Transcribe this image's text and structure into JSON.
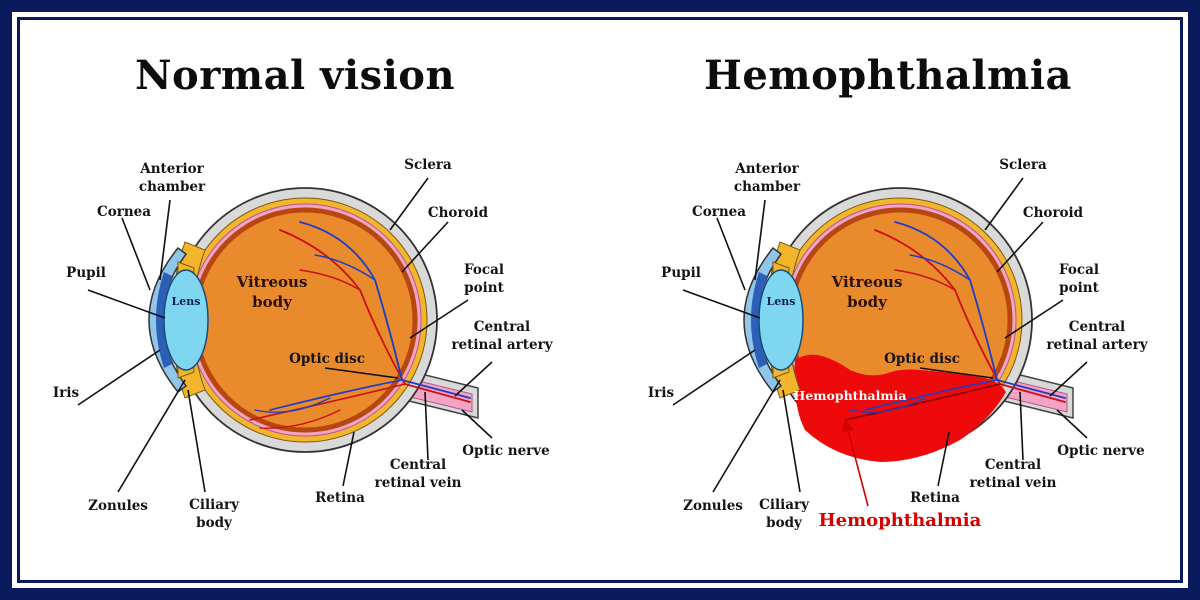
{
  "left_panel": {
    "title": "Normal vision",
    "labels": {
      "anterior_chamber": "Anterior\nchamber",
      "cornea": "Cornea",
      "pupil": "Pupil",
      "iris": "Iris",
      "zonules": "Zonules",
      "ciliary_body": "Ciliary\nbody",
      "lens": "Lens",
      "vitreous_body": "Vitreous\nbody",
      "sclera": "Sclera",
      "choroid": "Choroid",
      "focal_point": "Focal\npoint",
      "central_retinal_artery": "Central\nretinal artery",
      "optic_disc": "Optic disc",
      "optic_nerve": "Optic nerve",
      "central_retinal_vein": "Central\nretinal vein",
      "retina": "Retina"
    }
  },
  "right_panel": {
    "title": "Hemophthalmia",
    "labels": {
      "anterior_chamber": "Anterior\nchamber",
      "cornea": "Cornea",
      "pupil": "Pupil",
      "iris": "Iris",
      "zonules": "Zonules",
      "ciliary_body": "Ciliary\nbody",
      "lens": "Lens",
      "vitreous_body": "Vitreous\nbody",
      "sclera": "Sclera",
      "choroid": "Choroid",
      "focal_point": "Focal\npoint",
      "central_retinal_artery": "Central\nretinal artery",
      "optic_disc": "Optic disc",
      "optic_nerve": "Optic nerve",
      "central_retinal_vein": "Central\nretinal vein",
      "retina": "Retina",
      "hemorrhage_inside": "Hemophthalmia",
      "hemorrhage_callout": "Hemophthalmia"
    }
  },
  "colors": {
    "frame": "#0a1a5c",
    "sclera": "#d9d9d9",
    "choroid": "#f3b52b",
    "retina": "#f2a3c6",
    "vitreous": "#e98a2d",
    "vitreous_edge": "#b8470f",
    "lens": "#7fd6f0",
    "cornea": "#8fc6ea",
    "iris": "#2d5fb8",
    "artery": "#cc1010",
    "vein": "#1e3ec8",
    "blood": "#ee0a0a",
    "callout_text": "#d40000"
  }
}
